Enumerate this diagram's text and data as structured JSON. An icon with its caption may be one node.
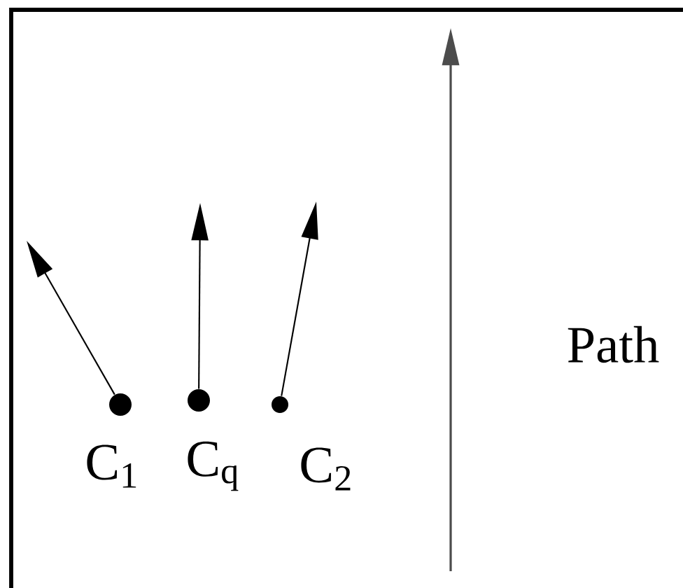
{
  "diagram": {
    "nodes": [
      {
        "text": [],
        "shape": "circle",
        "beside": [
          "C$_{1}$"
        ]
      },
      {
        "text": [],
        "shape": "circle",
        "beside": [
          "C$_{q}$"
        ]
      },
      {
        "text": [],
        "shape": "circle",
        "beside": [
          "C$_{2}$"
        ]
      }
    ],
    "edges": [
      {
        "from": 0,
        "to": null,
        "arrow": "to"
      },
      {
        "from": 1,
        "to": null,
        "arrow": "to"
      },
      {
        "from": 2,
        "to": null,
        "arrow": "to"
      }
    ],
    "labels": [
      "Path"
    ]
  }
}
